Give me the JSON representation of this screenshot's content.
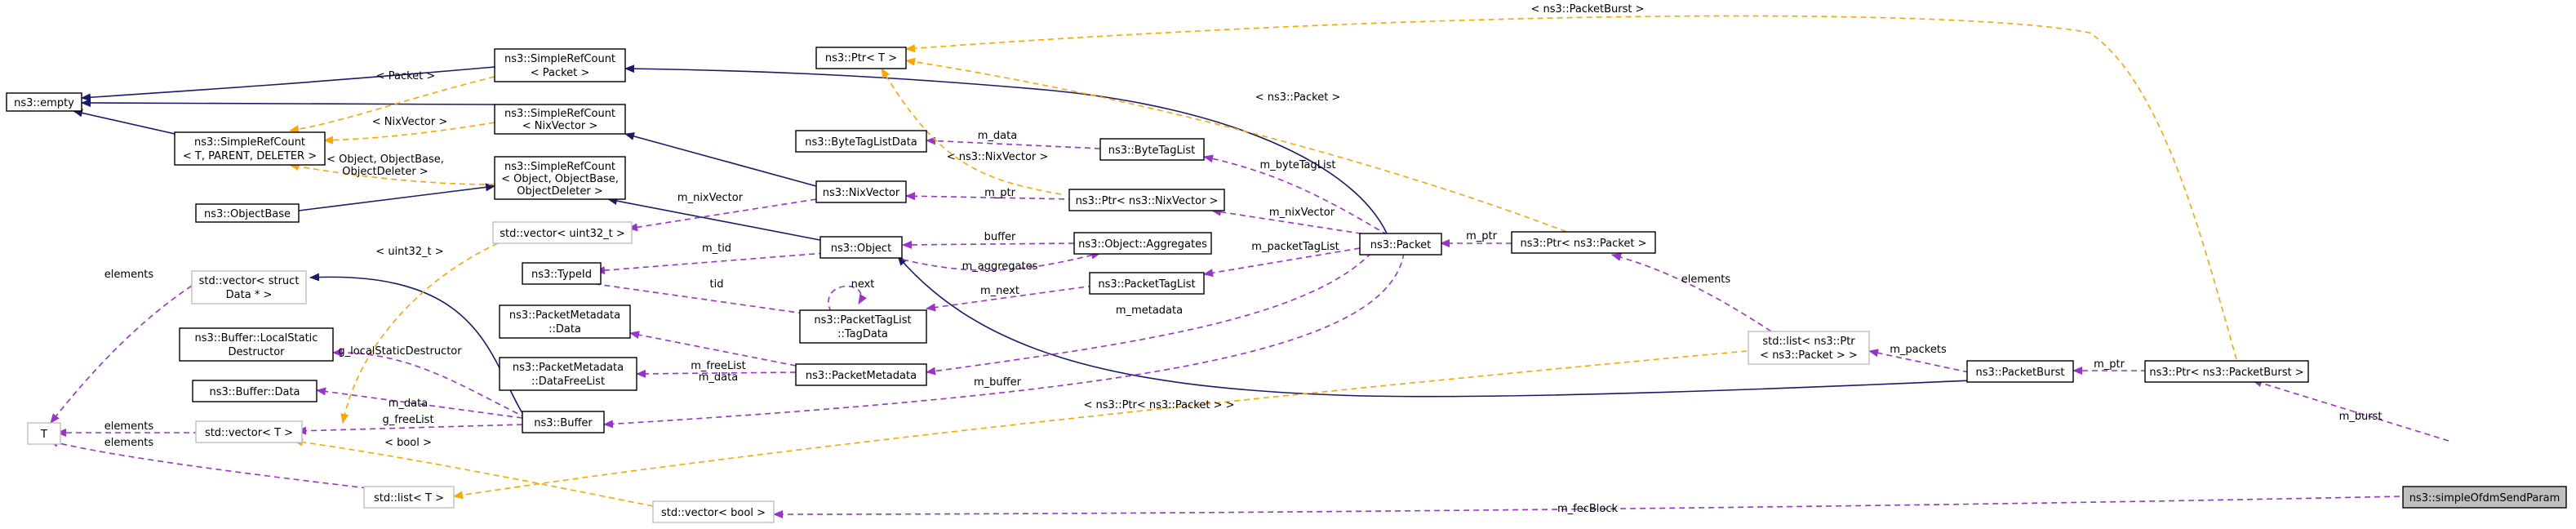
{
  "nodes": {
    "empty": "ns3::empty",
    "srp_packet": [
      "ns3::SimpleRefCount",
      "< Packet >"
    ],
    "srp_nix": [
      "ns3::SimpleRefCount",
      "< NixVector >"
    ],
    "srp_generic": [
      "ns3::SimpleRefCount",
      "< T, PARENT, DELETER >"
    ],
    "objectbase": "ns3::ObjectBase",
    "srp_object": [
      "ns3::SimpleRefCount",
      "< Object, ObjectBase,",
      "ObjectDeleter >"
    ],
    "ptr_t": "ns3::Ptr< T >",
    "bytetaglistdata": "ns3::ByteTagListData",
    "bytetaglist": "ns3::ByteTagList",
    "nixvector": "ns3::NixVector",
    "ptr_nix": "ns3::Ptr< ns3::NixVector >",
    "vector_uint32": "std::vector< uint32_t >",
    "typeid": "ns3::TypeId",
    "object": "ns3::Object",
    "aggregates": "ns3::Object::Aggregates",
    "packet": "ns3::Packet",
    "ptr_packet": "ns3::Ptr< ns3::Packet >",
    "vector_struct": [
      "std::vector< struct",
      "Data * >"
    ],
    "packetmetadata_data": [
      "ns3::PacketMetadata",
      "::Data"
    ],
    "packettaglist": "ns3::PacketTagList",
    "tagdata": [
      "ns3::PacketTagList",
      "::TagData"
    ],
    "buffer_lsd": [
      "ns3::Buffer::LocalStatic",
      "Destructor"
    ],
    "buffer_data": "ns3::Buffer::Data",
    "datafreelist": [
      "ns3::PacketMetadata",
      "::DataFreeList"
    ],
    "packetmetadata": "ns3::PacketMetadata",
    "t": "T",
    "vector_t": "std::vector< T >",
    "buffer": "ns3::Buffer",
    "list_ptr_packet": [
      "std::list< ns3::Ptr",
      "< ns3::Packet > >"
    ],
    "packetburst": "ns3::PacketBurst",
    "ptr_packetburst": "ns3::Ptr< ns3::PacketBurst >",
    "list_t": "std::list< T >",
    "vector_bool": "std::vector< bool >",
    "simpleofdm": "ns3::simpleOfdmSendParam"
  },
  "edge_labels": {
    "packetburst_top": "< ns3::PacketBurst >",
    "packet_tmpl1": "< Packet >",
    "nixvector_tmpl": "< NixVector >",
    "object_tmpl": [
      "< Object, ObjectBase,",
      "ObjectDeleter >"
    ],
    "ptr_packet_tmpl": "< ns3::Packet >",
    "m_data1": "m_data",
    "ptr_nix_tmpl": "< ns3::NixVector >",
    "m_bytetaglist": "m_byteTagList",
    "m_nixvector1": "m_nixVector",
    "m_ptr1": "m_ptr",
    "m_nixvector2": "m_nixVector",
    "uint32_tmpl": "< uint32_t >",
    "m_tid": "m_tid",
    "buffer_lbl": "buffer",
    "m_ptr2": "m_ptr",
    "m_aggregates": "m_aggregates",
    "m_packettaglist": "m_packetTagList",
    "elements1": "elements",
    "elements2": "elements",
    "next": "next",
    "tid": "tid",
    "m_next": "m_next",
    "m_metadata": "m_metadata",
    "m_packets": "m_packets",
    "m_ptr3": "m_ptr",
    "g_lsd": "g_localStaticDestructor",
    "m_data2": "m_data",
    "m_freelist": "m_freeList",
    "m_buffer": "m_buffer",
    "m_burst": "m_burst",
    "ptr_packet_list_tmpl": "< ns3::Ptr< ns3::Packet > >",
    "m_data3": "m_data",
    "elements3": "elements",
    "g_freelist": "g_freeList",
    "elements4": "elements",
    "bool_tmpl": "< bool >",
    "m_fecblock": "m_fecBlock"
  },
  "colors": {
    "inheritance": "#191970",
    "member": "#9a32cd",
    "template": "#ffa500",
    "focus_fill": "#bfbfbf",
    "template_border": "#bfbfbf"
  }
}
